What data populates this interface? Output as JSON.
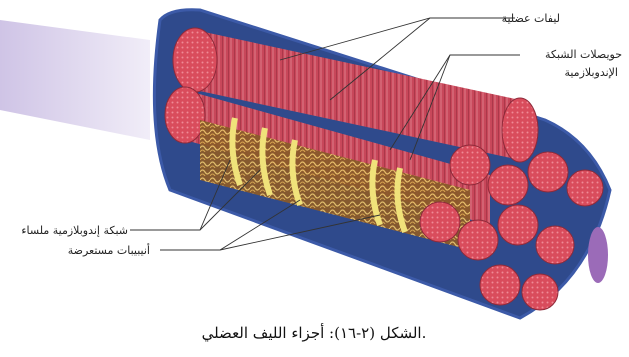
{
  "labels": {
    "myofibrils": "ليفات عضلية",
    "terminal_cisternae_line1": "حويصلات الشبكة",
    "terminal_cisternae_line2": "الإندوبلازمية",
    "smooth_er": "شبكة إندوبلازمية ملساء",
    "t_tubules": "أنيبيبات مستعرضة"
  },
  "caption": "الشكل (٢-١٦): أجزاء الليف العضلي.",
  "colors": {
    "myofibril": "#c8475a",
    "myofibril_end": "#d94c5c",
    "sarcoplasm": "#2f4a8c",
    "membrane": "#3c5aa8",
    "reticulum": "#e0b85a",
    "tubule": "#f0e27a",
    "leader_line": "#333333"
  }
}
